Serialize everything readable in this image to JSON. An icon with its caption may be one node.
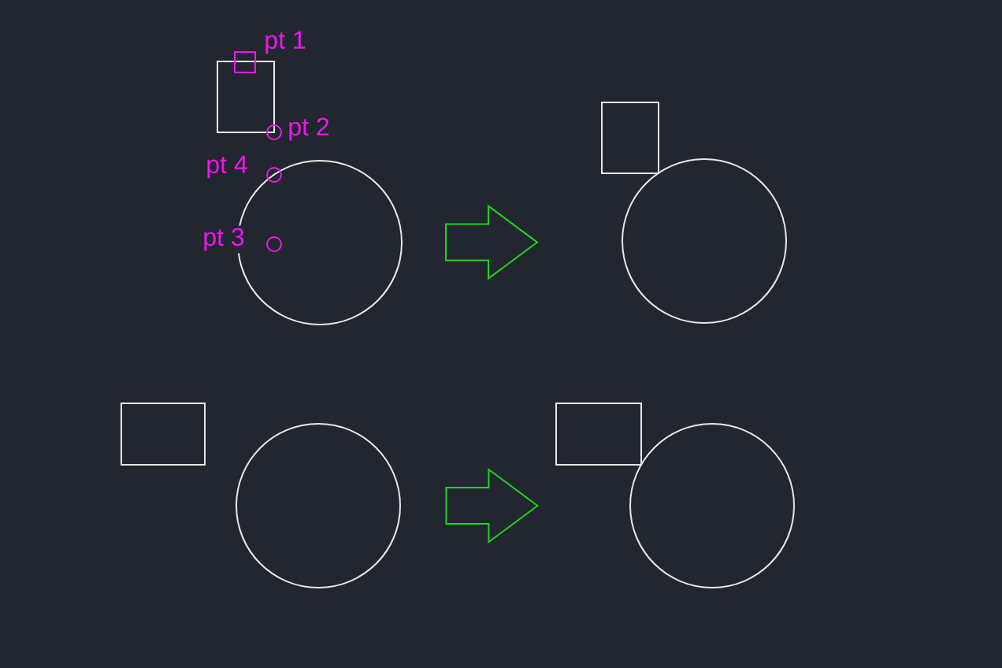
{
  "diagram": {
    "nodes": [
      {
        "text": [],
        "shape": "box"
      },
      {
        "text": [],
        "shape": "circle"
      },
      {
        "text": [],
        "shape": "box"
      },
      {
        "text": [],
        "shape": "circle"
      },
      {
        "text": [],
        "shape": "box"
      },
      {
        "text": [],
        "shape": "circle"
      },
      {
        "text": [],
        "shape": "box"
      },
      {
        "text": [],
        "shape": "circle"
      }
    ],
    "edges": [
      {
        "from": 1,
        "to": 3,
        "arrow": "to"
      },
      {
        "from": 5,
        "to": 7,
        "arrow": "to"
      }
    ],
    "labels": [
      "pt 1",
      "pt 2",
      "pt 4",
      "pt 3"
    ]
  }
}
